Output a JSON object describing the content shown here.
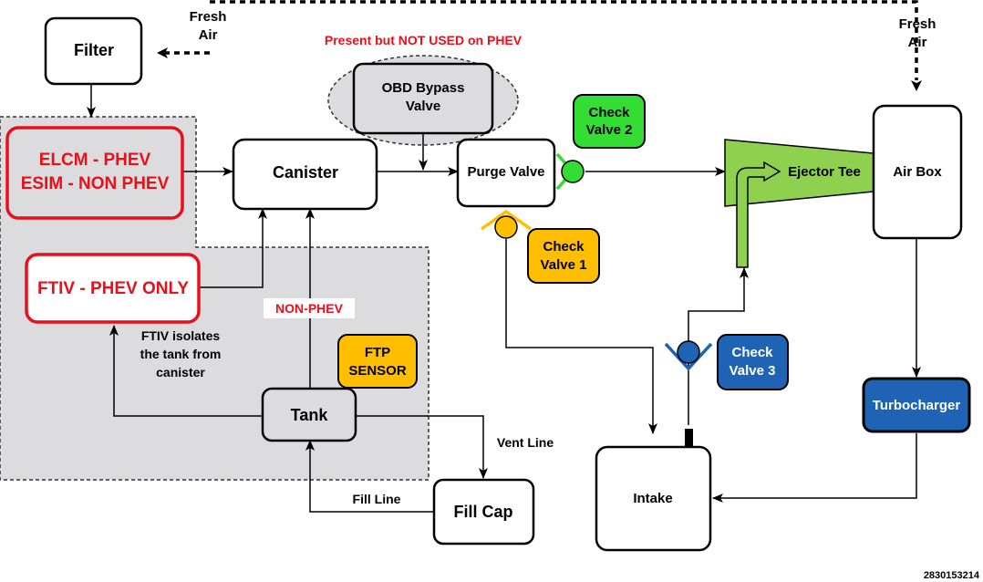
{
  "labels": {
    "filter": "Filter",
    "fresh_air_left": [
      "Fresh",
      "Air"
    ],
    "fresh_air_right": [
      "Fresh",
      "Air"
    ],
    "present_note": "Present but NOT USED on PHEV",
    "obd_bypass_valve": [
      "OBD Bypass",
      "Valve"
    ],
    "elcm": [
      "ELCM - PHEV",
      "ESIM - NON PHEV"
    ],
    "canister": "Canister",
    "purge_valve": "Purge Valve",
    "check_valve_2": [
      "Check",
      "Valve 2"
    ],
    "check_valve_1": [
      "Check",
      "Valve 1"
    ],
    "check_valve_3": [
      "Check",
      "Valve 3"
    ],
    "ejector_tee": "Ejector Tee",
    "air_box": "Air Box",
    "ftiv": "FTIV - PHEV ONLY",
    "non_phev": "NON-PHEV",
    "ftiv_note": [
      "FTIV isolates",
      "the tank from",
      "canister"
    ],
    "ftp_sensor": [
      "FTP",
      "SENSOR"
    ],
    "tank": "Tank",
    "vent_line": "Vent Line",
    "fill_line": "Fill Line",
    "fill_cap": "Fill Cap",
    "intake": "Intake",
    "turbocharger": "Turbocharger",
    "figure_id": "2830153214"
  },
  "colors": {
    "red_text": "#e8101a",
    "gray_fill": "#dcdcde",
    "green_valve": "#33dd33",
    "orange_valve": "#ffbf00",
    "blue_valve": "#1f64b4",
    "ejector_green": "#8fd14f",
    "turbo_blue": "#1f64b4"
  }
}
